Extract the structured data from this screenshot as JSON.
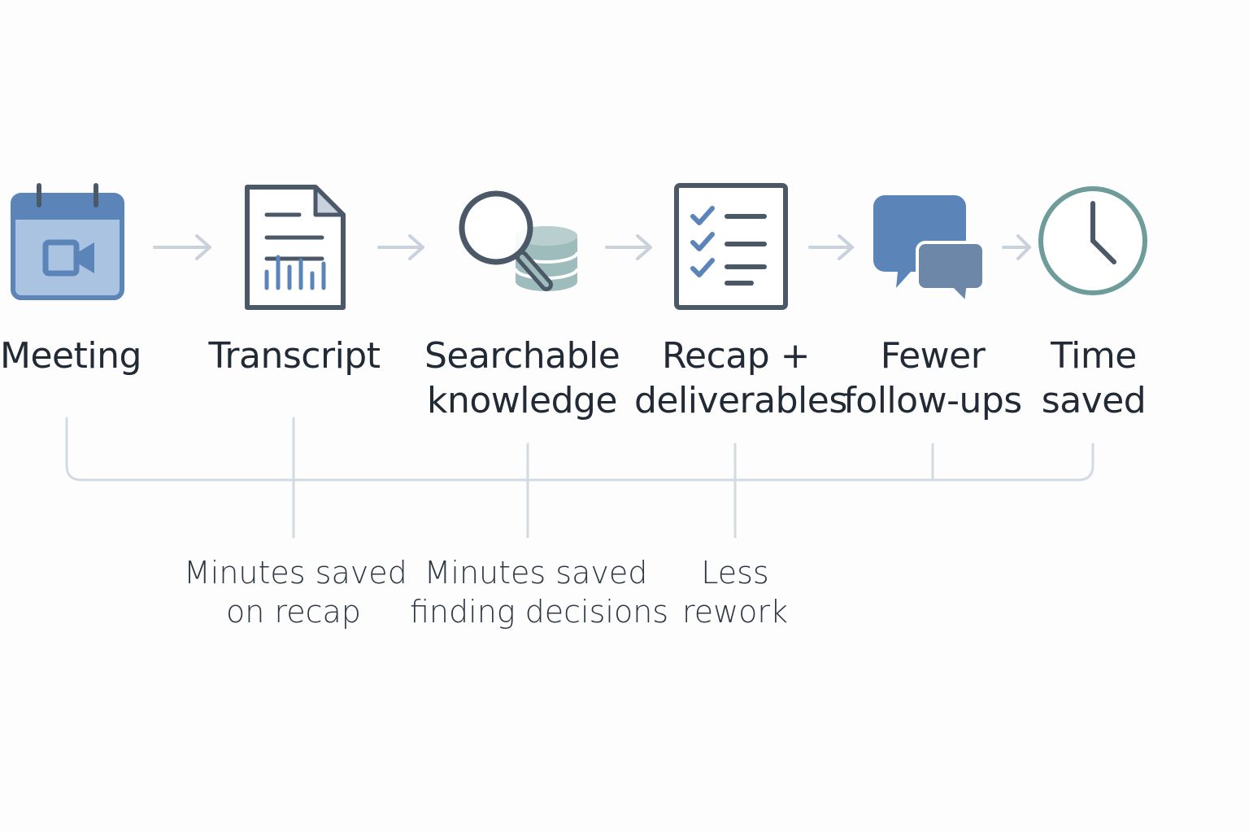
{
  "steps": [
    {
      "icon": "video-calendar-icon",
      "lines": [
        "Meeting"
      ]
    },
    {
      "icon": "transcript-document-icon",
      "lines": [
        "Transcript"
      ]
    },
    {
      "icon": "search-database-icon",
      "lines": [
        "Searchable",
        "knowledge"
      ]
    },
    {
      "icon": "checklist-icon",
      "lines": [
        "Recap +",
        "deliverables"
      ]
    },
    {
      "icon": "chat-bubbles-icon",
      "lines": [
        "Fewer",
        "follow-ups"
      ]
    },
    {
      "icon": "clock-icon",
      "lines": [
        "Time",
        "saved"
      ]
    }
  ],
  "benefits": [
    {
      "lines": [
        "Minutes saved",
        "on recap"
      ]
    },
    {
      "lines": [
        "Minutes saved",
        "finding decisions"
      ]
    },
    {
      "lines": [
        "Less",
        "rework"
      ]
    }
  ],
  "colors": {
    "primary_blue": "#5b84b8",
    "light_blue": "#a9c3e0",
    "slate": "#4a5868",
    "teal": "#6d9c9a",
    "arrow": "#c9d2dc",
    "connector": "#d3dae2",
    "text": "#222a35"
  }
}
